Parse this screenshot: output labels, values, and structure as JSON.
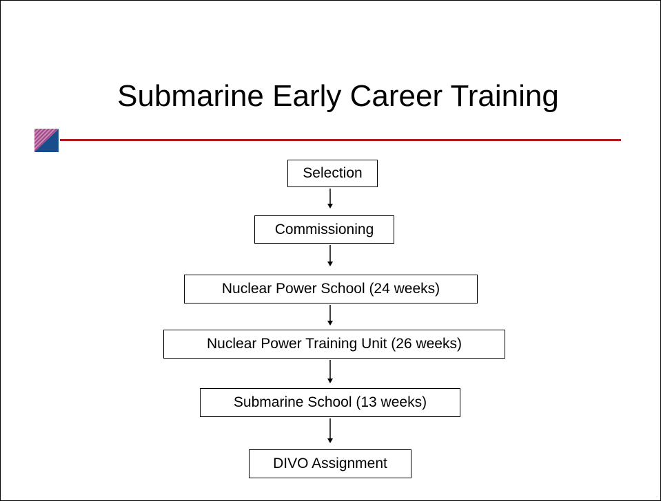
{
  "slide": {
    "title": "Submarine Early Career Training",
    "accent_color": "#b0171f",
    "logo_icon": "striped-square-logo"
  },
  "flow": {
    "steps": [
      "Selection",
      "Commissioning",
      "Nuclear Power School (24 weeks)",
      "Nuclear Power Training Unit (26 weeks)",
      "Submarine School (13 weeks)",
      "DIVO Assignment"
    ]
  }
}
